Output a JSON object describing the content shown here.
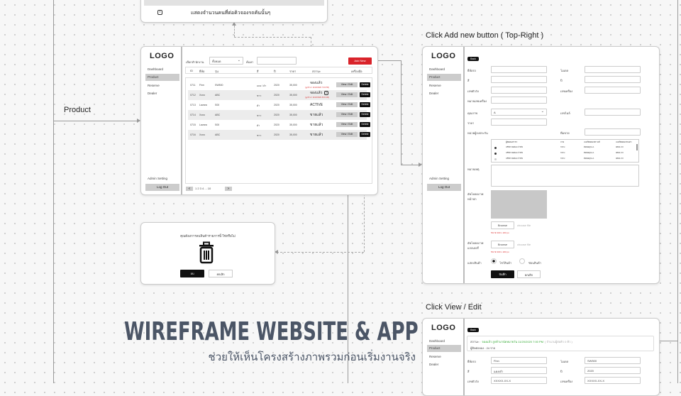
{
  "title": "WIREFRAME WEBSITE & APP",
  "subtitle": "ช่วยให้เห็นโครงสร้างภาพรวมก่อนเริ่มงานจริง",
  "annotations": {
    "product": "Product",
    "add_new": "Click Add new button ( Top-Right )",
    "view_edit": "Click View / Edit"
  },
  "colors": {
    "accent": "#d9232a",
    "title": "#4b5566"
  },
  "top_panel": {
    "info_text": "แสดงจำนวนคนที่ต่อคิวจองรถคันนั้นๆ",
    "icon": "info-icon"
  },
  "sidebar": {
    "logo": "LOGO",
    "items": [
      "Dashboard",
      "Product",
      "Reserve",
      "Dealer"
    ],
    "admin": "Admin Setting",
    "logout": "Log Out"
  },
  "list": {
    "filter_label": "เลือกสำนักงาน",
    "filter_value": "ทั้งหมด",
    "search_label": "ค้นหา",
    "add_button": "Add New",
    "columns": [
      "ID",
      "ยี่ห้อ",
      "รุ่น",
      "สี",
      "ปี",
      "ราคา",
      "สถานะ",
      "เครื่องมือ"
    ],
    "rows": [
      {
        "id": "0711",
        "brand": "Finn",
        "model": "SW500",
        "color": "แดง / ดำ",
        "year": "2020",
        "price": "35,000",
        "status": "จองแล้ว",
        "note": "(ลูกค้ามา 11/20/2020 7:00 PM)"
      },
      {
        "id": "0712",
        "brand": "Xoxo",
        "model": "ABC",
        "color": "ขาว",
        "year": "2020",
        "price": "35,000",
        "status": "จองแล้ว",
        "note": "(ลูกค้ามา 11/20/2020 8:00 AM)",
        "badge": "2"
      },
      {
        "id": "0713",
        "brand": "Lavara",
        "model": "S00",
        "color": "ดำ",
        "year": "2020",
        "price": "35,000",
        "status": "ACTIVE"
      },
      {
        "id": "0714",
        "brand": "Xoxo",
        "model": "ABC",
        "color": "ขาว",
        "year": "2020",
        "price": "35,000",
        "status": "ขายแล้ว"
      },
      {
        "id": "0715",
        "brand": "Lavara",
        "model": "S00",
        "color": "ดำ",
        "year": "2020",
        "price": "35,000",
        "status": "ขายแล้ว"
      },
      {
        "id": "0716",
        "brand": "Xoxo",
        "model": "ABC",
        "color": "ขาว",
        "year": "2020",
        "price": "35,000",
        "status": "ขายแล้ว"
      }
    ],
    "view_label": "View / Edit",
    "delete_label": "Delete",
    "pagination": {
      "prev": "<",
      "pages": "1 2 3 4 ... 10",
      "next": ">"
    }
  },
  "modal": {
    "question": "คุณต้องการลบสินค้ารายการนี้ ใช่หรือไม่",
    "confirm": "ลบ",
    "cancel": "ยกเลิก"
  },
  "form": {
    "back": "Back",
    "left_labels": [
      "ยี่ห้อรถ",
      "สี",
      "เลขตัวถัง",
      "หมายเลขเครื่อง",
      "คุณภาพ",
      "ราคา",
      "หน่วยผู้ลงประกัน"
    ],
    "right_labels": [
      "โมเดล",
      "ปี",
      "เลขเครื่อง",
      "เลขไมล์",
      "ทีมขาย"
    ],
    "grade_value": "A",
    "mini_table": {
      "headers": [
        "ผู้ติดต่อ/สาขา",
        "ภาค",
        "เบอร์ติดต่อ/สถานที่",
        "เบอร์ติดต่อ/ส่วนตัว"
      ],
      "rows": [
        [
          "บริษัท ทดสอบ จำกัด",
          "กลาง",
          "ติดต่อคุณ A",
          "0800-XX"
        ],
        [
          "บริษัท ทดสอบ จำกัด",
          "กลาง",
          "ติดต่อคุณ A",
          "0800-XX"
        ],
        [
          "บริษัท ทดสอบ จำกัด",
          "กลาง",
          "ติดต่อคุณ A",
          "0800-XX"
        ]
      ]
    },
    "note_label": "หมายเหตุ",
    "upload1_label": "อัพโหลดภาพ หน้าปก",
    "upload2_label": "อัพโหลดภาพ แกลเลอรี่",
    "browse": "Browse",
    "choose_file": "choose file",
    "size_note": "ขนาด 300 x 200 px",
    "display_label": "แสดงสินค้า",
    "radio_show": "โชว์สินค้า",
    "radio_hide": "ซ่อนสินค้า",
    "save": "บันทึก",
    "cancel": "ยกเลิก"
  },
  "view": {
    "back": "Back",
    "status_label": "สถานะ :",
    "status_value": "จองแล้ว ลูกค้ามานัดหมายวัน 11/20/2020 7:00 PM",
    "status_extra": "( จำนวนผู้ต่อคิว 0 คิว )",
    "queue": "ผู้ติดต่อจอง : 24 ราย",
    "fields": [
      {
        "label": "ยี่ห้อรถ",
        "value": "Finn"
      },
      {
        "label": "โมเดล",
        "value": "SW500"
      },
      {
        "label": "สี",
        "value": "แดง/ดำ"
      },
      {
        "label": "ปี",
        "value": "2020"
      },
      {
        "label": "เลขตัวถัง",
        "value": "XXXXX-XX-X"
      },
      {
        "label": "เลขเครื่อง",
        "value": "XXXXX-XX-X"
      }
    ]
  }
}
